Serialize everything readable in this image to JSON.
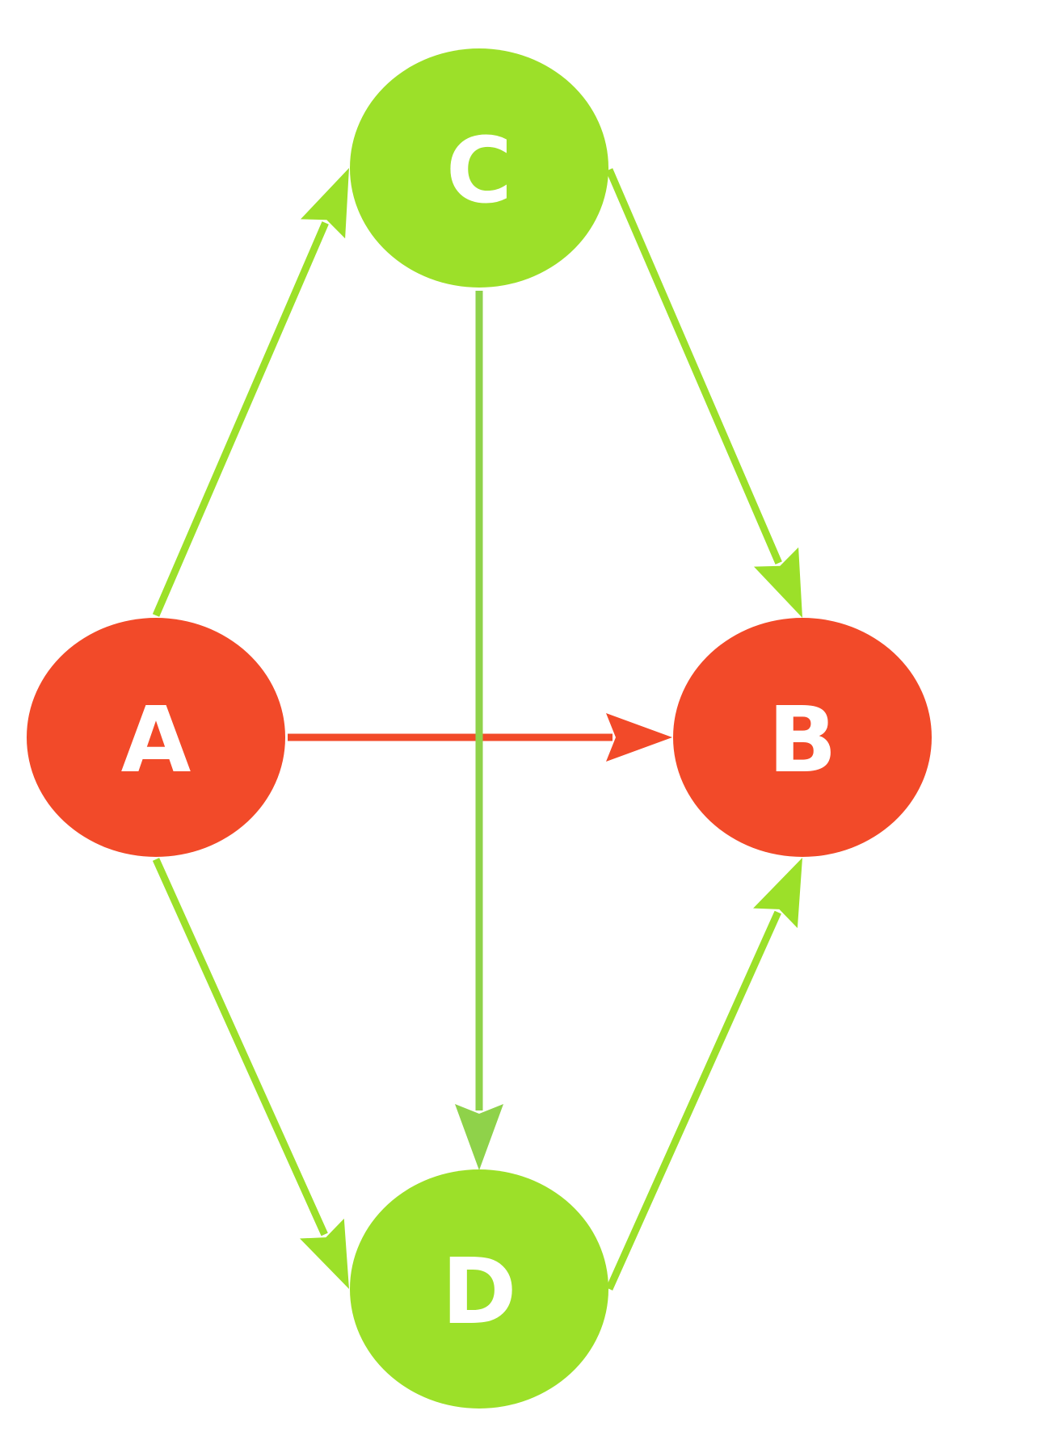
{
  "colors": {
    "background": "#ffffff",
    "red": "#f24a29",
    "green": "#9ce029",
    "green_vertical": "#8fd24a",
    "label": "#ffffff"
  },
  "nodes": [
    {
      "id": "A",
      "label": "A",
      "color": "red"
    },
    {
      "id": "B",
      "label": "B",
      "color": "red"
    },
    {
      "id": "C",
      "label": "C",
      "color": "green"
    },
    {
      "id": "D",
      "label": "D",
      "color": "green"
    }
  ],
  "edges": [
    {
      "from": "A",
      "to": "C",
      "color": "green"
    },
    {
      "from": "A",
      "to": "D",
      "color": "green"
    },
    {
      "from": "A",
      "to": "B",
      "color": "red"
    },
    {
      "from": "C",
      "to": "B",
      "color": "green"
    },
    {
      "from": "C",
      "to": "D",
      "color": "green_vertical"
    },
    {
      "from": "D",
      "to": "B",
      "color": "green"
    }
  ]
}
